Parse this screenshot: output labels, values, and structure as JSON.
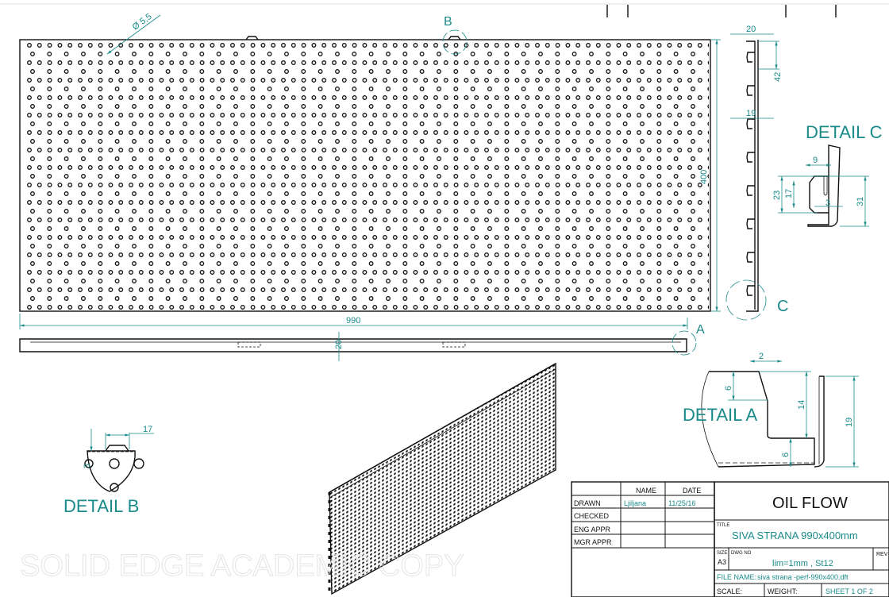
{
  "drawing": {
    "hole_diameter_label": "Ø 5,5",
    "labels": {
      "b": "B",
      "a": "A",
      "c": "C"
    },
    "dims": {
      "height": "400",
      "width": "990",
      "flange": "20",
      "side_top": "20",
      "side_pitch": "42",
      "side_depth": "19"
    },
    "detail_c": {
      "title": "DETAIL C",
      "d9": "9",
      "d23": "23",
      "d17": "17",
      "d3": "3",
      "d31": "31"
    },
    "detail_a": {
      "title": "DETAIL A",
      "d2": "2",
      "d6a": "6",
      "d14": "14",
      "d6b": "6",
      "d19": "19"
    },
    "detail_b": {
      "title": "DETAIL B",
      "d17": "17",
      "d3": "3"
    },
    "watermark": "SOLID EDGE ACADEMIC COPY",
    "colors": {
      "dimension": "#1a8a8a",
      "line": "#111111"
    }
  },
  "title_block": {
    "headers": {
      "name": "NAME",
      "date": "DATE"
    },
    "rows": [
      {
        "role": "DRAWN",
        "name": "Ljiljana",
        "date": "11/25/16"
      },
      {
        "role": "CHECKED",
        "name": "",
        "date": ""
      },
      {
        "role": "ENG APPR",
        "name": "",
        "date": ""
      },
      {
        "role": "MGR APPR",
        "name": "",
        "date": ""
      }
    ],
    "company": "OIL FLOW",
    "title_label": "TITLE",
    "title": "SIVA STRANA 990x400mm",
    "size_label": "SIZE",
    "size": "A3",
    "dwg_no_label": "DWG NO",
    "dwg_no": "lim=1mm , St12",
    "rev_label": "REV",
    "file_name_label": "FILE NAME:",
    "file_name": "siva strana -perf-990x400.dft",
    "scale_label": "SCALE:",
    "weight_label": "WEIGHT:",
    "sheet": "SHEET 1 OF 2"
  }
}
